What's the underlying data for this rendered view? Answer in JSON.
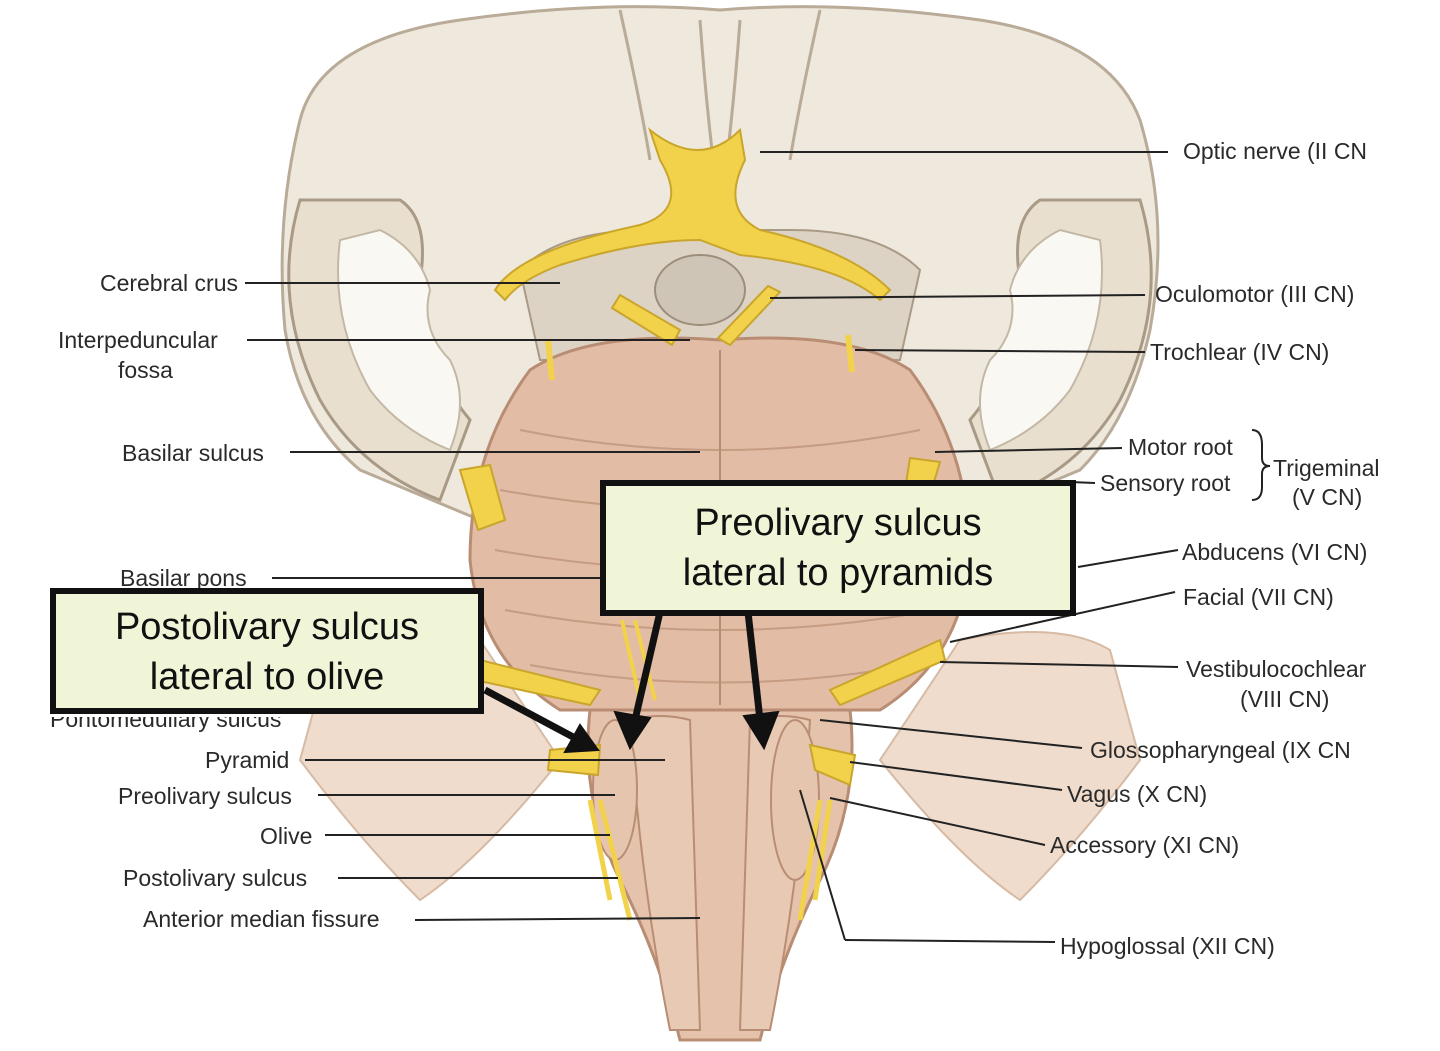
{
  "labels": {
    "optic_nerve": "Optic nerve (II CN",
    "oculomotor": "Oculomotor (III CN)",
    "trochlear": "Trochlear (IV CN)",
    "motor_root": "Motor root",
    "sensory_root": "Sensory root",
    "trigeminal": "Trigeminal",
    "trigeminal_cn": "(V CN)",
    "abducens": "Abducens (VI CN)",
    "facial": "Facial (VII CN)",
    "vestibulocochlear": "Vestibulocochlear",
    "vestibulocochlear_cn": "(VIII CN)",
    "glossopharyngeal": "Glossopharyngeal (IX CN",
    "vagus": "Vagus (X CN)",
    "accessory": "Accessory (XI CN)",
    "hypoglossal": "Hypoglossal (XII CN)",
    "cerebral_crus": "Cerebral crus",
    "interpeduncular_1": "Interpeduncular",
    "interpeduncular_2": "fossa",
    "basilar_sulcus": "Basilar sulcus",
    "basilar_pons": "Basilar pons",
    "pontomedullary_sulcus": "Pontomedullary sulcus",
    "pyramid": "Pyramid",
    "preolivary_sulcus": "Preolivary sulcus",
    "olive": "Olive",
    "postolivary_sulcus": "Postolivary sulcus",
    "anterior_median_fissure": "Anterior median fissure"
  },
  "callouts": {
    "preolivary": {
      "line1": "Preolivary sulcus",
      "line2": "lateral to pyramids"
    },
    "postolivary": {
      "line1": "Postolivary sulcus",
      "line2": "lateral to olive"
    }
  },
  "colors": {
    "nerve": "#f2d24a",
    "pons": "#e2bca4",
    "brain": "#ece4d8",
    "callout_bg": "#f1f5d8"
  }
}
